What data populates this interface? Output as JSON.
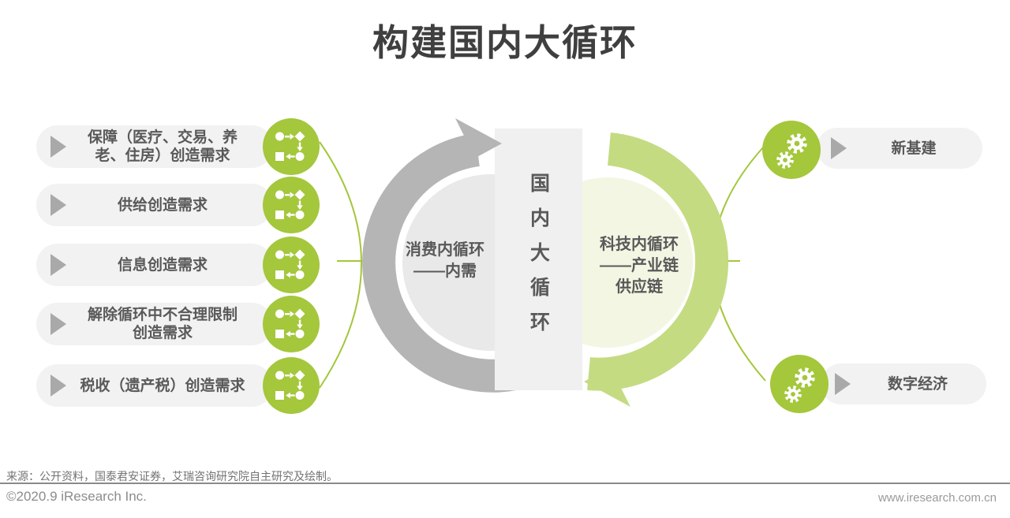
{
  "title": "构建国内大循环",
  "colors": {
    "green_solid": "#a4c73c",
    "green_ring": "#c4db82",
    "green_light_fill": "#f2f6e3",
    "gray_ring": "#b5b5b5",
    "gray_light_fill": "#e9e9e9",
    "center_rect": "#f0f0f0",
    "pill_bg": "#f2f2f2",
    "triangle_gray": "#a9a9a9",
    "text_dark": "#595959"
  },
  "left_items": [
    {
      "label": "保障（医疗、交易、养\n老、住房）创造需求"
    },
    {
      "label": "供给创造需求"
    },
    {
      "label": "信息创造需求"
    },
    {
      "label": "解除循环中不合理限制\n创造需求"
    },
    {
      "label": "税收（遗产税）创造需求"
    }
  ],
  "center": {
    "core_label": "国内大循环",
    "consumption_loop": {
      "line1": "消费内循环",
      "line2": "——内需"
    },
    "tech_loop": {
      "line1": "科技内循环",
      "line2": "——产业链",
      "line3": "供应链"
    }
  },
  "right_items": [
    {
      "label": "新基建"
    },
    {
      "label": "数字经济"
    }
  ],
  "footer": {
    "source": "来源：公开资料，国泰君安证券，艾瑞咨询研究院自主研究及绘制。",
    "copyright": "©2020.9 iResearch Inc.",
    "website": "www.iresearch.com.cn"
  }
}
